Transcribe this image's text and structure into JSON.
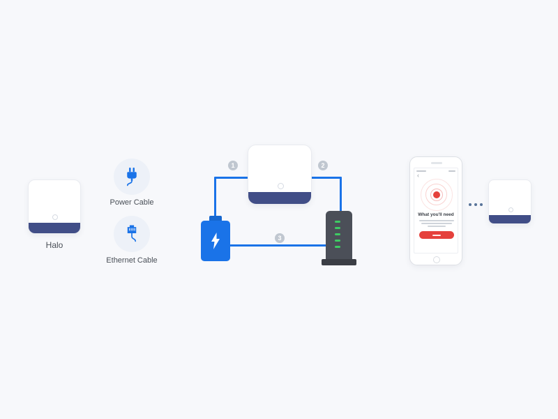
{
  "colors": {
    "background": "#f7f8fb",
    "accent_blue": "#1a73e8",
    "device_band": "#414e87",
    "badge_gray": "#c0c7d0",
    "modem_body": "#4b4f58",
    "modem_base": "#3b3e45",
    "led_green": "#3ecb63",
    "app_red": "#e5413c",
    "dot_blue": "#58749a",
    "label_text": "#494f57"
  },
  "left_device": {
    "label": "Halo"
  },
  "legend": {
    "power": {
      "label": "Power Cable"
    },
    "ethernet": {
      "label": "Ethernet Cable"
    }
  },
  "diagram": {
    "badges": [
      "1",
      "2",
      "3"
    ]
  },
  "phone": {
    "heading": "What you'll need",
    "icons": {
      "back": "‹"
    }
  }
}
